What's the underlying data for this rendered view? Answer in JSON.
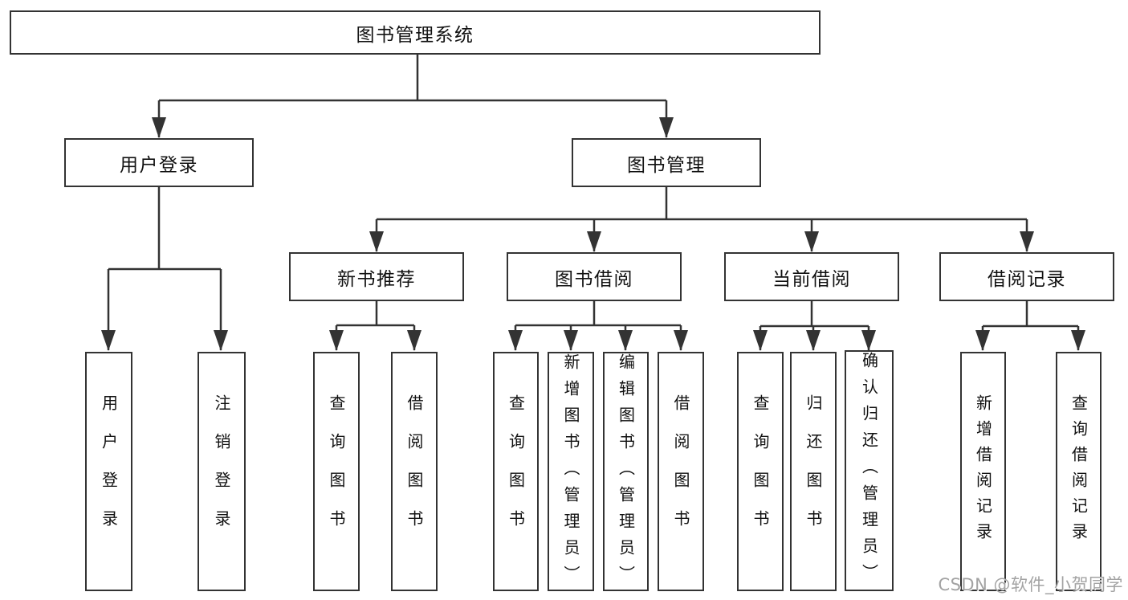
{
  "tree": {
    "root": "图书管理系统",
    "branches": [
      {
        "label": "用户登录",
        "children": [
          "用户登录",
          "注销登录"
        ]
      },
      {
        "label": "图书管理",
        "children": [
          {
            "label": "新书推荐",
            "children": [
              "查询图书",
              "借阅图书"
            ]
          },
          {
            "label": "图书借阅",
            "children": [
              "查询图书",
              "新增图书（管理员）",
              "编辑图书（管理员）",
              "借阅图书"
            ]
          },
          {
            "label": "当前借阅",
            "children": [
              "查询图书",
              "归还图书",
              "确认归还（管理员）"
            ]
          },
          {
            "label": "借阅记录",
            "children": [
              "新增借阅记录",
              "查询借阅记录"
            ]
          }
        ]
      }
    ]
  },
  "watermark": "CSDN @软件_小贺同学",
  "colors": {
    "line": "#333333",
    "box_border": "#333333",
    "text": "#111111",
    "watermark": "#a3a3a3",
    "background": "#ffffff"
  }
}
